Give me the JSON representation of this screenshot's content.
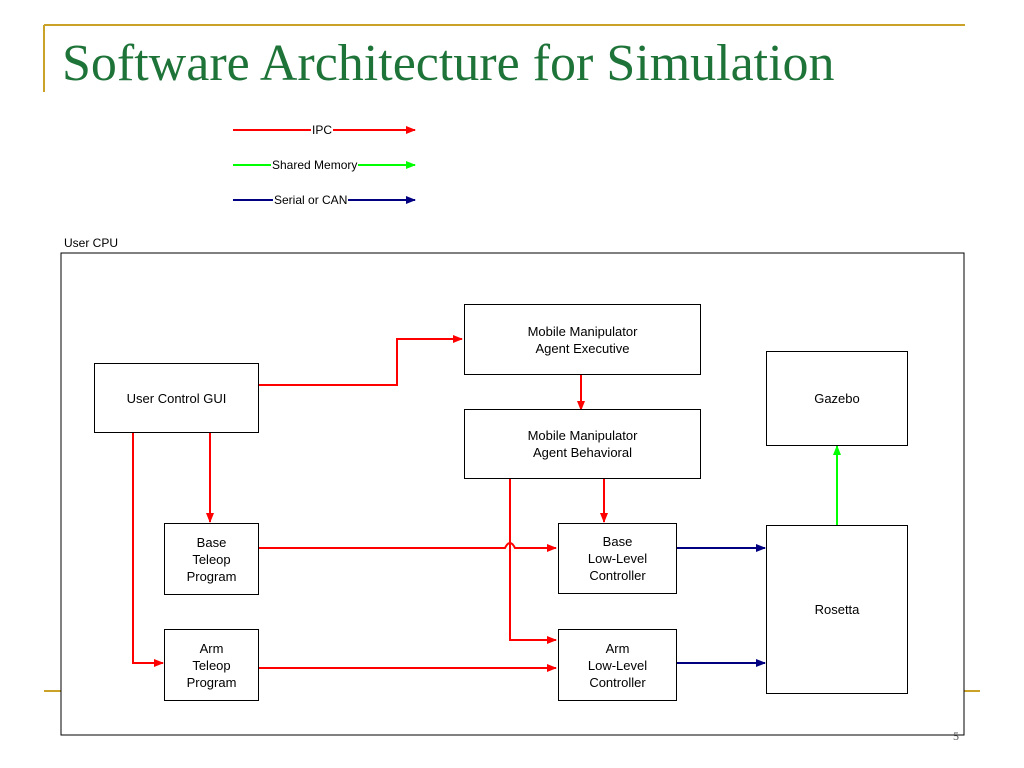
{
  "slide": {
    "title": "Software Architecture for Simulation",
    "page_number": "5",
    "accent_color": "#c9a227",
    "title_color": "#1e7438"
  },
  "legend": [
    {
      "label": "IPC",
      "color": "#ff0000"
    },
    {
      "label": "Shared Memory",
      "color": "#00ff00"
    },
    {
      "label": "Serial or CAN",
      "color": "#000080"
    }
  ],
  "container": {
    "label": "User CPU"
  },
  "nodes": {
    "user_gui": [
      "User Control GUI"
    ],
    "mm_exec": [
      "Mobile Manipulator",
      "Agent Executive"
    ],
    "mm_behav": [
      "Mobile Manipulator",
      "Agent Behavioral"
    ],
    "base_teleop": [
      "Base",
      "Teleop",
      "Program"
    ],
    "arm_teleop": [
      "Arm",
      "Teleop",
      "Program"
    ],
    "base_llc": [
      "Base",
      "Low-Level",
      "Controller"
    ],
    "arm_llc": [
      "Arm",
      "Low-Level",
      "Controller"
    ],
    "gazebo": [
      "Gazebo"
    ],
    "rosetta": [
      "Rosetta"
    ]
  },
  "edges": [
    {
      "from": "User Control GUI",
      "to": "Mobile Manipulator Agent Executive",
      "type": "IPC"
    },
    {
      "from": "User Control GUI",
      "to": "Base Teleop Program",
      "type": "IPC"
    },
    {
      "from": "User Control GUI",
      "to": "Arm Teleop Program",
      "type": "IPC"
    },
    {
      "from": "Mobile Manipulator Agent Executive",
      "to": "Mobile Manipulator Agent Behavioral",
      "type": "IPC"
    },
    {
      "from": "Mobile Manipulator Agent Behavioral",
      "to": "Base Low-Level Controller",
      "type": "IPC"
    },
    {
      "from": "Mobile Manipulator Agent Behavioral",
      "to": "Arm Low-Level Controller",
      "type": "IPC"
    },
    {
      "from": "Base Teleop Program",
      "to": "Base Low-Level Controller",
      "type": "IPC"
    },
    {
      "from": "Arm Teleop Program",
      "to": "Arm Low-Level Controller",
      "type": "IPC"
    },
    {
      "from": "Base Low-Level Controller",
      "to": "Rosetta",
      "type": "Serial or CAN"
    },
    {
      "from": "Arm Low-Level Controller",
      "to": "Rosetta",
      "type": "Serial or CAN"
    },
    {
      "from": "Rosetta",
      "to": "Gazebo",
      "type": "Shared Memory"
    }
  ]
}
